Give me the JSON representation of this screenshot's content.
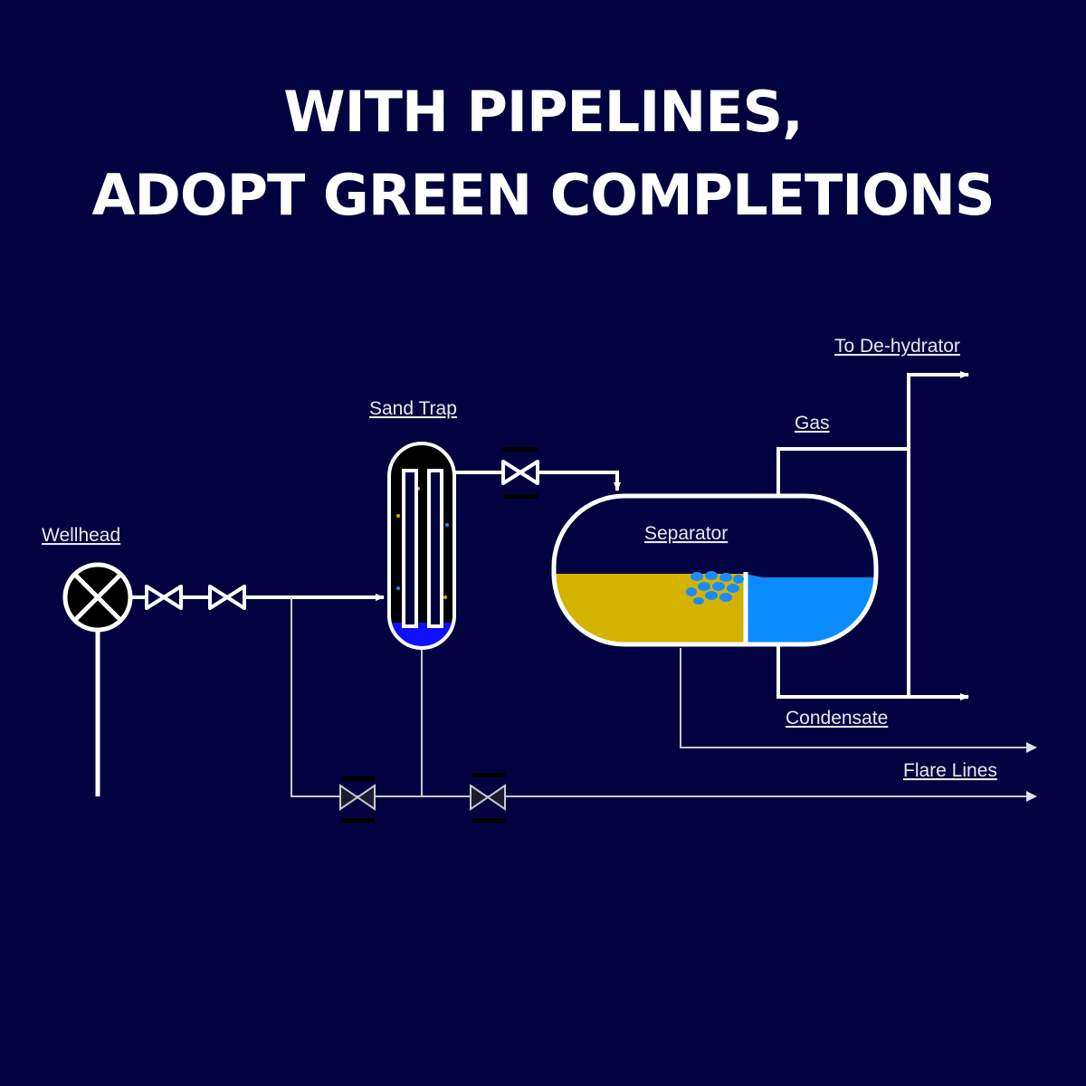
{
  "headline": {
    "line1": "WITH PIPELINES,",
    "line2": "ADOPT GREEN COMPLETIONS"
  },
  "labels": {
    "wellhead": "Wellhead",
    "sand_trap": "Sand Trap",
    "separator": "Separator",
    "gas": "Gas",
    "to_dehydrator": "To De-hydrator",
    "condensate": "Condensate",
    "flare_lines": "Flare Lines"
  },
  "colors": {
    "background": "#030240",
    "pipe": "#ffffff",
    "thin_pipe": "#c8c8d0",
    "oil": "#d4b200",
    "water": "#0a8cff",
    "sand_trap_liquid": "#1010ff"
  }
}
